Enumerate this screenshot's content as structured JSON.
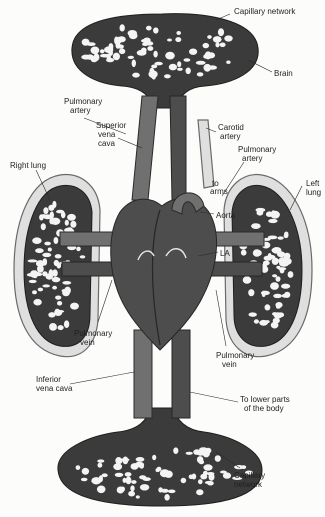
{
  "labels": {
    "capillary_top": "Capillary network",
    "brain": "Brain",
    "pulmonary_artery_left": [
      "Pulmonary",
      "artery"
    ],
    "superior_vena_cava": [
      "Superior",
      "vena",
      "cava"
    ],
    "carotid_artery": [
      "Carotid",
      "artery"
    ],
    "pulmonary_artery_right": [
      "Pulmonary",
      "artery"
    ],
    "right_lung": "Right lung",
    "left_lung": [
      "Left",
      "lung"
    ],
    "to_arms": [
      "to",
      "arms"
    ],
    "aorta": "Aorta",
    "la": "LA",
    "pulmonary_vein_left": [
      "Pulmonary",
      "vein"
    ],
    "pulmonary_vein_right": [
      "Pulmonary",
      "vein"
    ],
    "inferior_vena_cava": [
      "Inferior",
      "vena cava"
    ],
    "to_lower_body": [
      "To lower parts",
      "of the body"
    ],
    "capillary_bottom": [
      "Capillary",
      "network"
    ]
  }
}
